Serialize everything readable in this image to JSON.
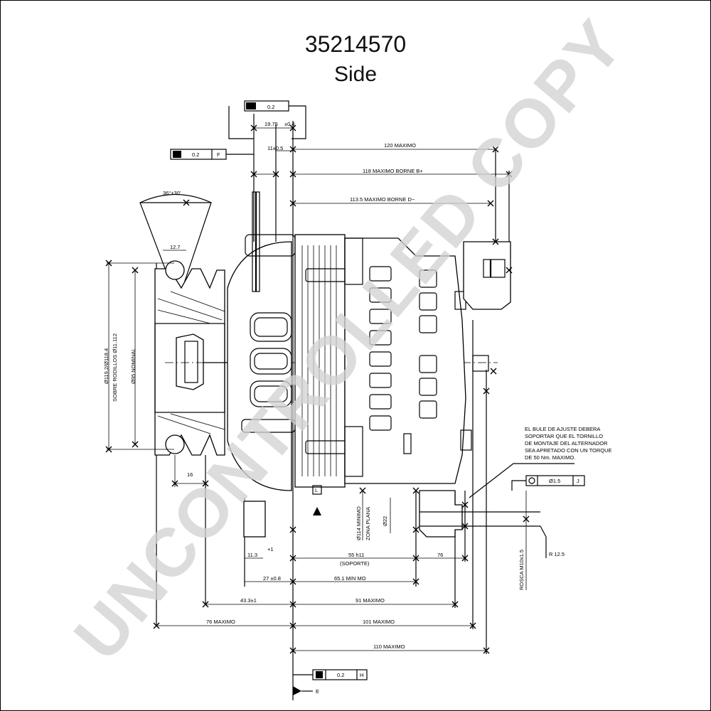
{
  "header": {
    "part_number": "35214570",
    "view": "Side"
  },
  "watermark": "UNCONTROLLED COPY",
  "tolerances": {
    "top_frame_value": "0.2",
    "left_frame_value": "0.2",
    "left_frame_datum": "F",
    "right_frame_value": "Ø1.5",
    "right_frame_datum": "J",
    "bottom_frame_value": "0.2",
    "bottom_frame_datum": "H",
    "datum_l": "L",
    "datum_e": "E"
  },
  "dimensions": {
    "d_19_75": "19.75",
    "d_0_4": "±0.4",
    "d_11_05": "11±0.5",
    "d_120": "120 MAXIMO",
    "d_118": "118 MAXIMO BORNE B+",
    "d_113_5": "113.5 MAXIMO BORNE D−",
    "d_angle": "36°±30'",
    "d_12_7": "12.7",
    "d_pulley_a": "Ø119,2/Ø118,4",
    "d_pulley_b": "SOBRE RODILLOS Ø11.112",
    "d_nominal": "Ø95 NOMINAL",
    "d_16": "16",
    "d_11_3": "11.3",
    "d_plus": "+1",
    "d_55": "55   h11",
    "d_soporte": "(SOPORTE)",
    "d_76": "76",
    "d_27": "27 ±0.8",
    "d_65_1": "65.1 MIN MO",
    "d_43_3": "43.3±1",
    "d_91": "91 MAXIMO",
    "d_76_max": "76 MAXIMO",
    "d_101": "101 MAXIMO",
    "d_110": "110 MAXIMO",
    "d_114": "Ø114 MINIMO",
    "d_zona": "ZONA PLANA",
    "d_22": "Ø22",
    "d_r12_5": "R 12.5",
    "d_rosca": "ROSCA M10x1.5"
  },
  "note": [
    "EL BULE DE AJUSTE DEBERA",
    "SOPORTAR QUE EL TORNILLO",
    "DE MONTAJE DEL ALTERNADOR",
    "SEA APRETADO CON UN TORQUE",
    "DE 50 Nm. MAXIMO."
  ]
}
